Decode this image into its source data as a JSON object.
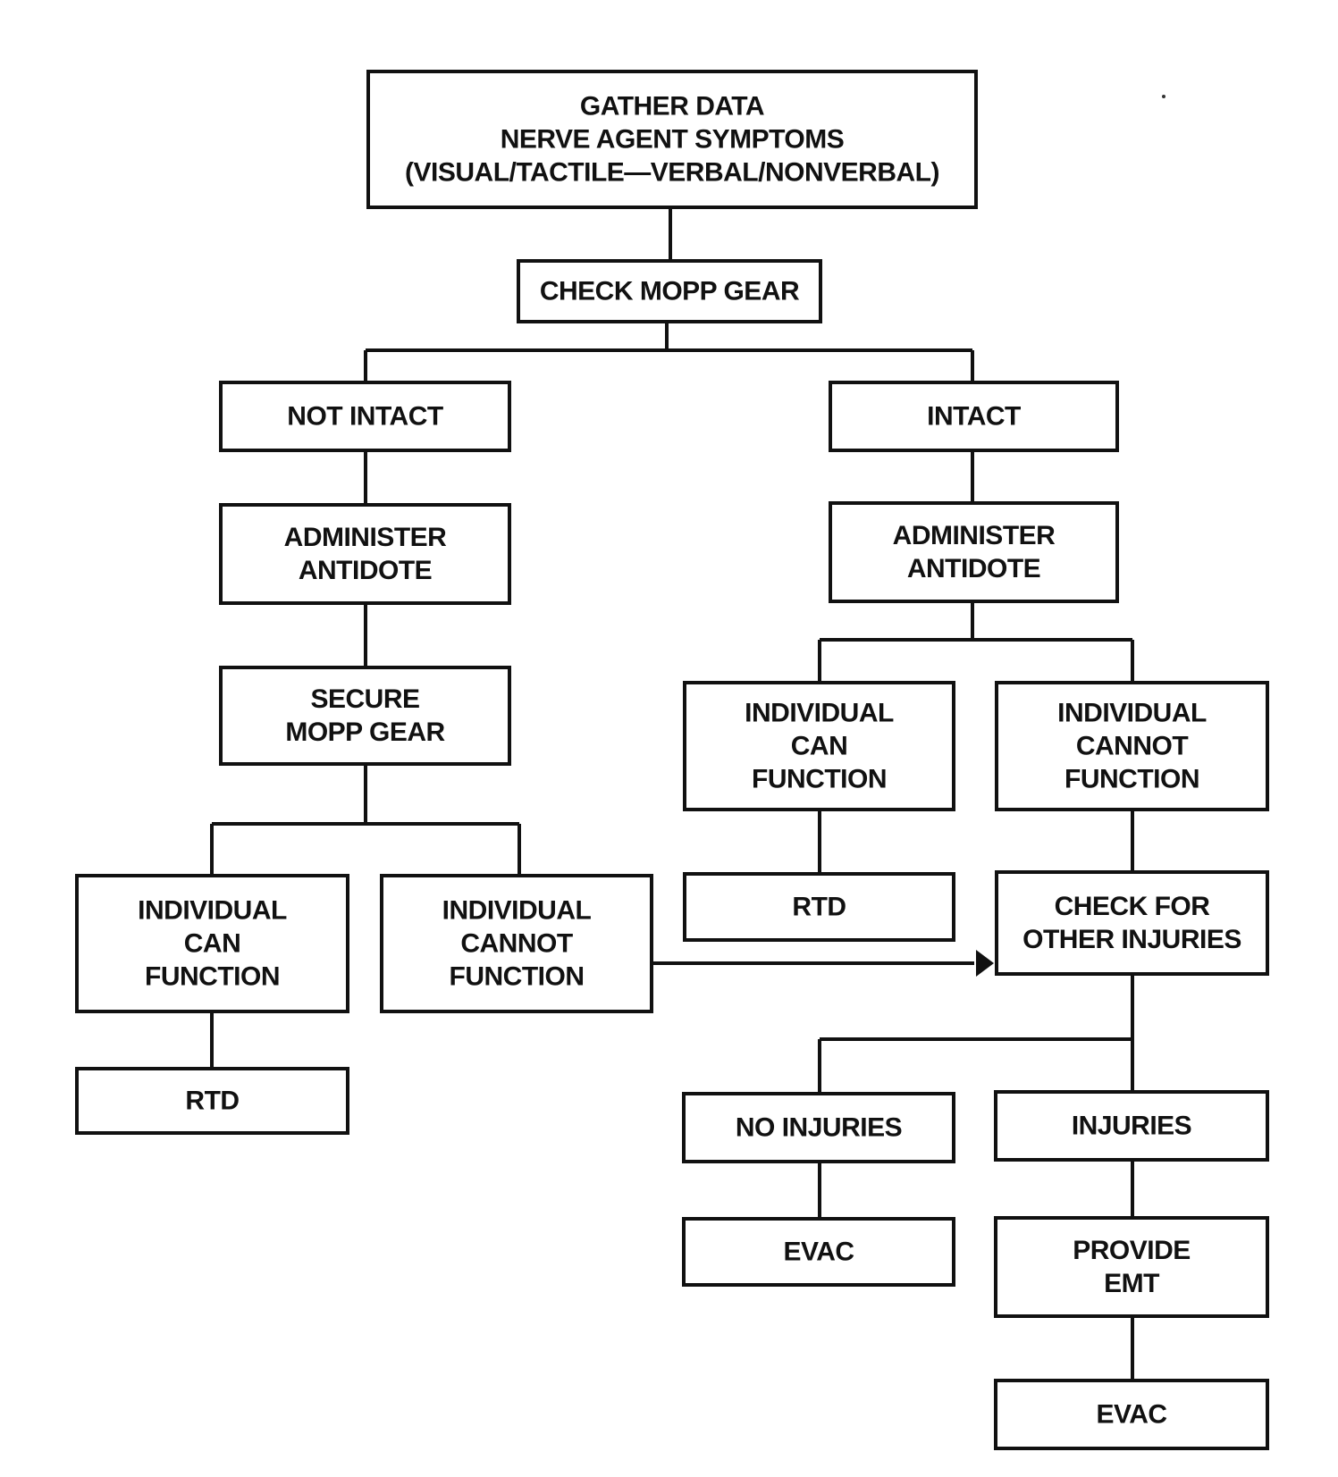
{
  "nodes": {
    "gather_data": [
      "GATHER DATA",
      "NERVE AGENT SYMPTOMS",
      "(VISUAL/TACTILE—VERBAL/NONVERBAL)"
    ],
    "check_mopp_gear": [
      "CHECK MOPP GEAR"
    ],
    "not_intact": [
      "NOT INTACT"
    ],
    "intact": [
      "INTACT"
    ],
    "administer_antidote_left": [
      "ADMINISTER",
      "ANTIDOTE"
    ],
    "administer_antidote_right": [
      "ADMINISTER",
      "ANTIDOTE"
    ],
    "secure_mopp_gear": [
      "SECURE",
      "MOPP GEAR"
    ],
    "left_can_function": [
      "INDIVIDUAL",
      "CAN",
      "FUNCTION"
    ],
    "left_cannot_function": [
      "INDIVIDUAL",
      "CANNOT",
      "FUNCTION"
    ],
    "left_rtd": [
      "RTD"
    ],
    "right_can_function": [
      "INDIVIDUAL",
      "CAN",
      "FUNCTION"
    ],
    "right_cannot_function": [
      "INDIVIDUAL",
      "CANNOT",
      "FUNCTION"
    ],
    "right_rtd": [
      "RTD"
    ],
    "check_other_injuries": [
      "CHECK FOR",
      "OTHER INJURIES"
    ],
    "no_injuries": [
      "NO INJURIES"
    ],
    "injuries": [
      "INJURIES"
    ],
    "evac_no_injuries": [
      "EVAC"
    ],
    "provide_emt": [
      "PROVIDE",
      "EMT"
    ],
    "evac_after_emt": [
      "EVAC"
    ]
  },
  "edges": [
    [
      "gather_data",
      "check_mopp_gear"
    ],
    [
      "check_mopp_gear",
      "not_intact"
    ],
    [
      "check_mopp_gear",
      "intact"
    ],
    [
      "not_intact",
      "administer_antidote_left"
    ],
    [
      "administer_antidote_left",
      "secure_mopp_gear"
    ],
    [
      "secure_mopp_gear",
      "left_can_function"
    ],
    [
      "secure_mopp_gear",
      "left_cannot_function"
    ],
    [
      "left_can_function",
      "left_rtd"
    ],
    [
      "left_cannot_function",
      "check_other_injuries"
    ],
    [
      "intact",
      "administer_antidote_right"
    ],
    [
      "administer_antidote_right",
      "right_can_function"
    ],
    [
      "administer_antidote_right",
      "right_cannot_function"
    ],
    [
      "right_can_function",
      "right_rtd"
    ],
    [
      "right_cannot_function",
      "check_other_injuries"
    ],
    [
      "check_other_injuries",
      "no_injuries"
    ],
    [
      "check_other_injuries",
      "injuries"
    ],
    [
      "no_injuries",
      "evac_no_injuries"
    ],
    [
      "injuries",
      "provide_emt"
    ],
    [
      "provide_emt",
      "evac_after_emt"
    ]
  ],
  "colors": {
    "line": "#111111",
    "box_fill": "#ffffff",
    "text": "#111111"
  }
}
